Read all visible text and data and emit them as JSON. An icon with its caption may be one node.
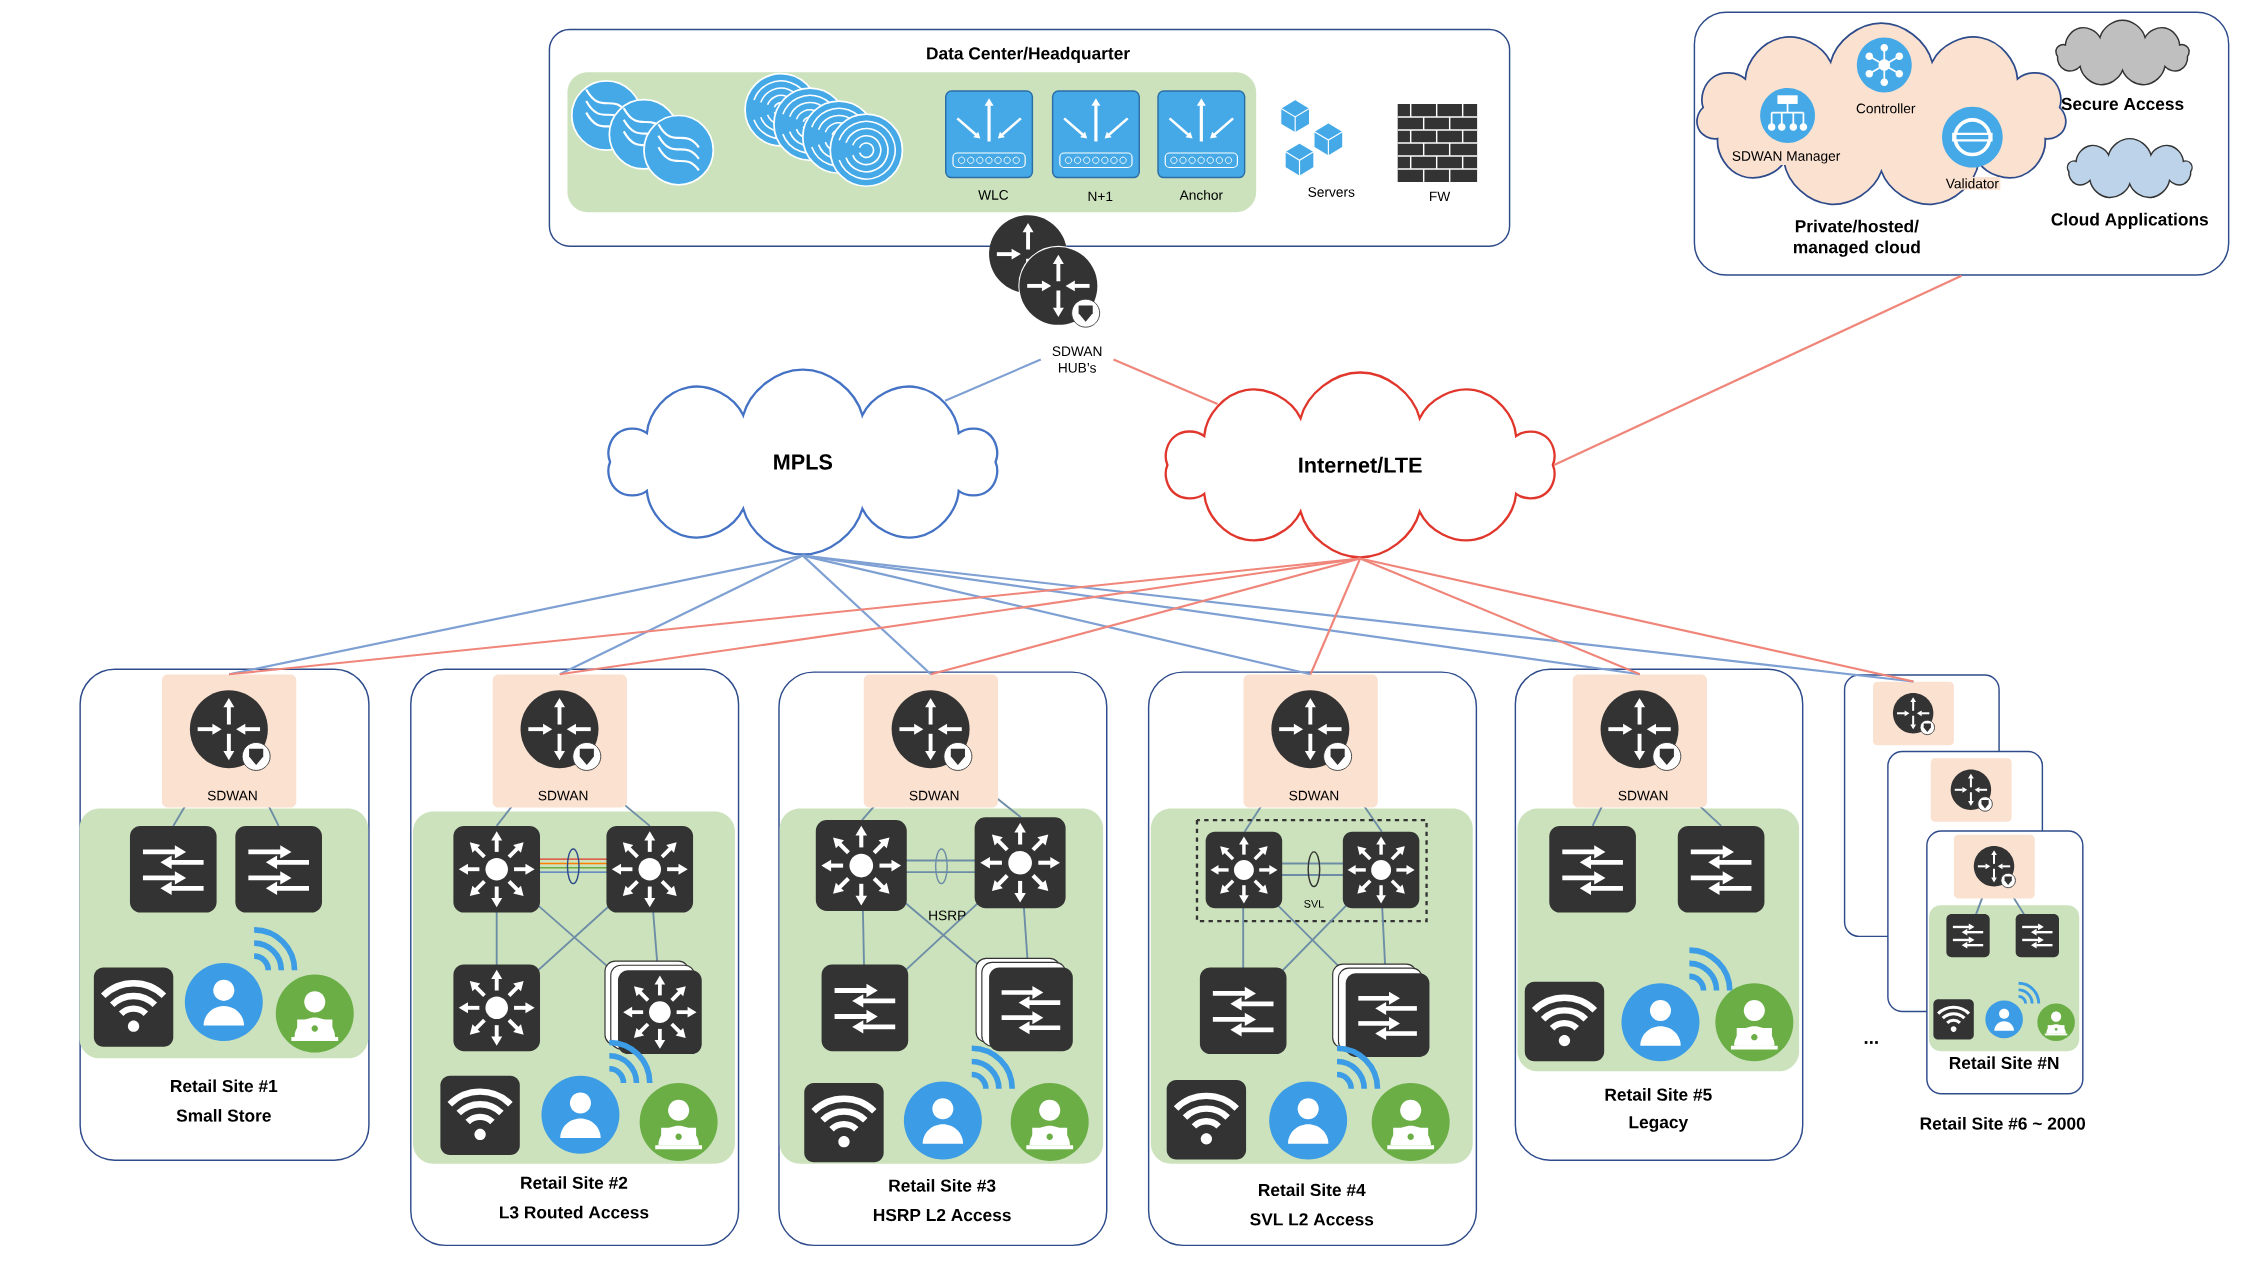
{
  "diagram": {
    "nodes": [
      {
        "text": [
          "Data Center/Headquarter"
        ]
      },
      {
        "text": [
          "SDWAN HUB’s"
        ]
      },
      {
        "text": [],
        "shape": "box"
      },
      {
        "text": [
          "Controller",
          "SDWAN Manager",
          "Validator",
          "Private/hosted/ managed cloud"
        ],
        "in": 2
      },
      {
        "text": [
          "Secure Access"
        ],
        "in": 2
      },
      {
        "text": [
          "Cloud Applications"
        ],
        "in": 2
      },
      {
        "text": [
          "MPLS"
        ]
      },
      {
        "text": [
          "Internet/LTE"
        ]
      },
      {
        "text": [
          "Retail Site #1",
          "Small Store"
        ]
      },
      {
        "text": [
          "SDWAN"
        ],
        "in": 8
      },
      {
        "text": [
          "Retail Site #2",
          "L3 Routed Access"
        ]
      },
      {
        "text": [
          "SDWAN"
        ],
        "in": 10
      },
      {
        "text": [
          "Retail Site #3",
          "HSRP L2 Access"
        ]
      },
      {
        "text": [
          "SDWAN"
        ],
        "in": 12
      },
      {
        "text": [
          "Retail Site #4",
          "SVL L2 Access"
        ]
      },
      {
        "text": [
          "SDWAN"
        ],
        "in": 14
      },
      {
        "text": [
          "Retail Site #5",
          "Legacy"
        ]
      },
      {
        "text": [
          "SDWAN"
        ],
        "in": 16
      },
      {
        "text": [],
        "shape": "box"
      },
      {
        "text": [],
        "shape": "box",
        "in": 18
      },
      {
        "text": [],
        "shape": "box"
      },
      {
        "text": [],
        "shape": "box",
        "in": 20
      },
      {
        "text": [
          "Retail Site #N"
        ]
      },
      {
        "text": [],
        "shape": "box"
      }
    ],
    "edges": [
      {
        "from": 1,
        "to": 6,
        "arrow": "none",
        "color": "#7fa0d3"
      },
      {
        "from": 1,
        "to": 7,
        "arrow": "none",
        "color": "#f0857a"
      },
      {
        "from": 7,
        "to": 2,
        "arrow": "none",
        "color": "#f0857a"
      },
      {
        "from": 6,
        "to": 9,
        "arrow": "none",
        "color": "#7fa0d3"
      },
      {
        "from": 6,
        "to": 11,
        "arrow": "none",
        "color": "#7fa0d3"
      },
      {
        "from": 6,
        "to": 13,
        "arrow": "none",
        "color": "#7fa0d3"
      },
      {
        "from": 6,
        "to": 15,
        "arrow": "none",
        "color": "#7fa0d3"
      },
      {
        "from": 6,
        "to": 17,
        "arrow": "none",
        "color": "#7fa0d3"
      },
      {
        "from": 6,
        "to": 19,
        "arrow": "none",
        "color": "#7fa0d3"
      },
      {
        "from": 7,
        "to": 9,
        "arrow": "none",
        "color": "#f0857a"
      },
      {
        "from": 7,
        "to": 11,
        "arrow": "none",
        "color": "#f0857a"
      },
      {
        "from": 7,
        "to": 13,
        "arrow": "none",
        "color": "#f0857a"
      },
      {
        "from": 7,
        "to": 15,
        "arrow": "none",
        "color": "#f0857a"
      },
      {
        "from": 7,
        "to": 17,
        "arrow": "none",
        "color": "#f0857a"
      },
      {
        "from": 7,
        "to": 19,
        "arrow": "none",
        "color": "#f0857a"
      }
    ],
    "labels": [
      "WLC",
      "N+1",
      "Anchor",
      "Servers",
      "FW",
      "HSRP",
      "SVL",
      "...",
      "Retail Site #6 ~ 2000"
    ]
  }
}
